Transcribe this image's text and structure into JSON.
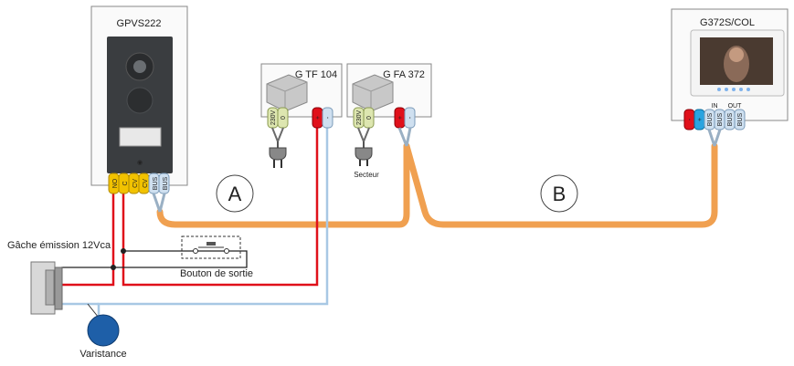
{
  "devices": {
    "panel": {
      "name": "GPVS222"
    },
    "transformer": {
      "name": "G TF 104"
    },
    "power_supply": {
      "name": "G FA 372"
    },
    "monitor": {
      "name": "G372S/COL"
    }
  },
  "terminals": {
    "panel": [
      "NO",
      "C",
      "CV",
      "CV",
      "BUS",
      "BUS"
    ],
    "transformer": [
      "230V",
      "0",
      "+",
      "-"
    ],
    "power_supply": [
      "230V",
      "0",
      "+",
      "-"
    ],
    "monitor": [
      "-",
      "+",
      "BUS",
      "BUS",
      "BUS",
      "BUS"
    ],
    "monitor_groups": [
      "IN",
      "OUT"
    ]
  },
  "labels": {
    "secteur": "Secteur",
    "strike": "Gâche émission 12Vca",
    "exit_button": "Bouton de sortie",
    "varistor": "Varistance",
    "segment_a": "A",
    "segment_b": "B"
  },
  "colors": {
    "bus_cable": "#f0a050",
    "wire_red": "#e0101a",
    "wire_blue": "#a8c8e4",
    "terminal_yellow": "#f2c200",
    "terminal_green": "#dde6b0",
    "terminal_blue": "#cfe0f0",
    "varistor": "#1e5fa8"
  }
}
